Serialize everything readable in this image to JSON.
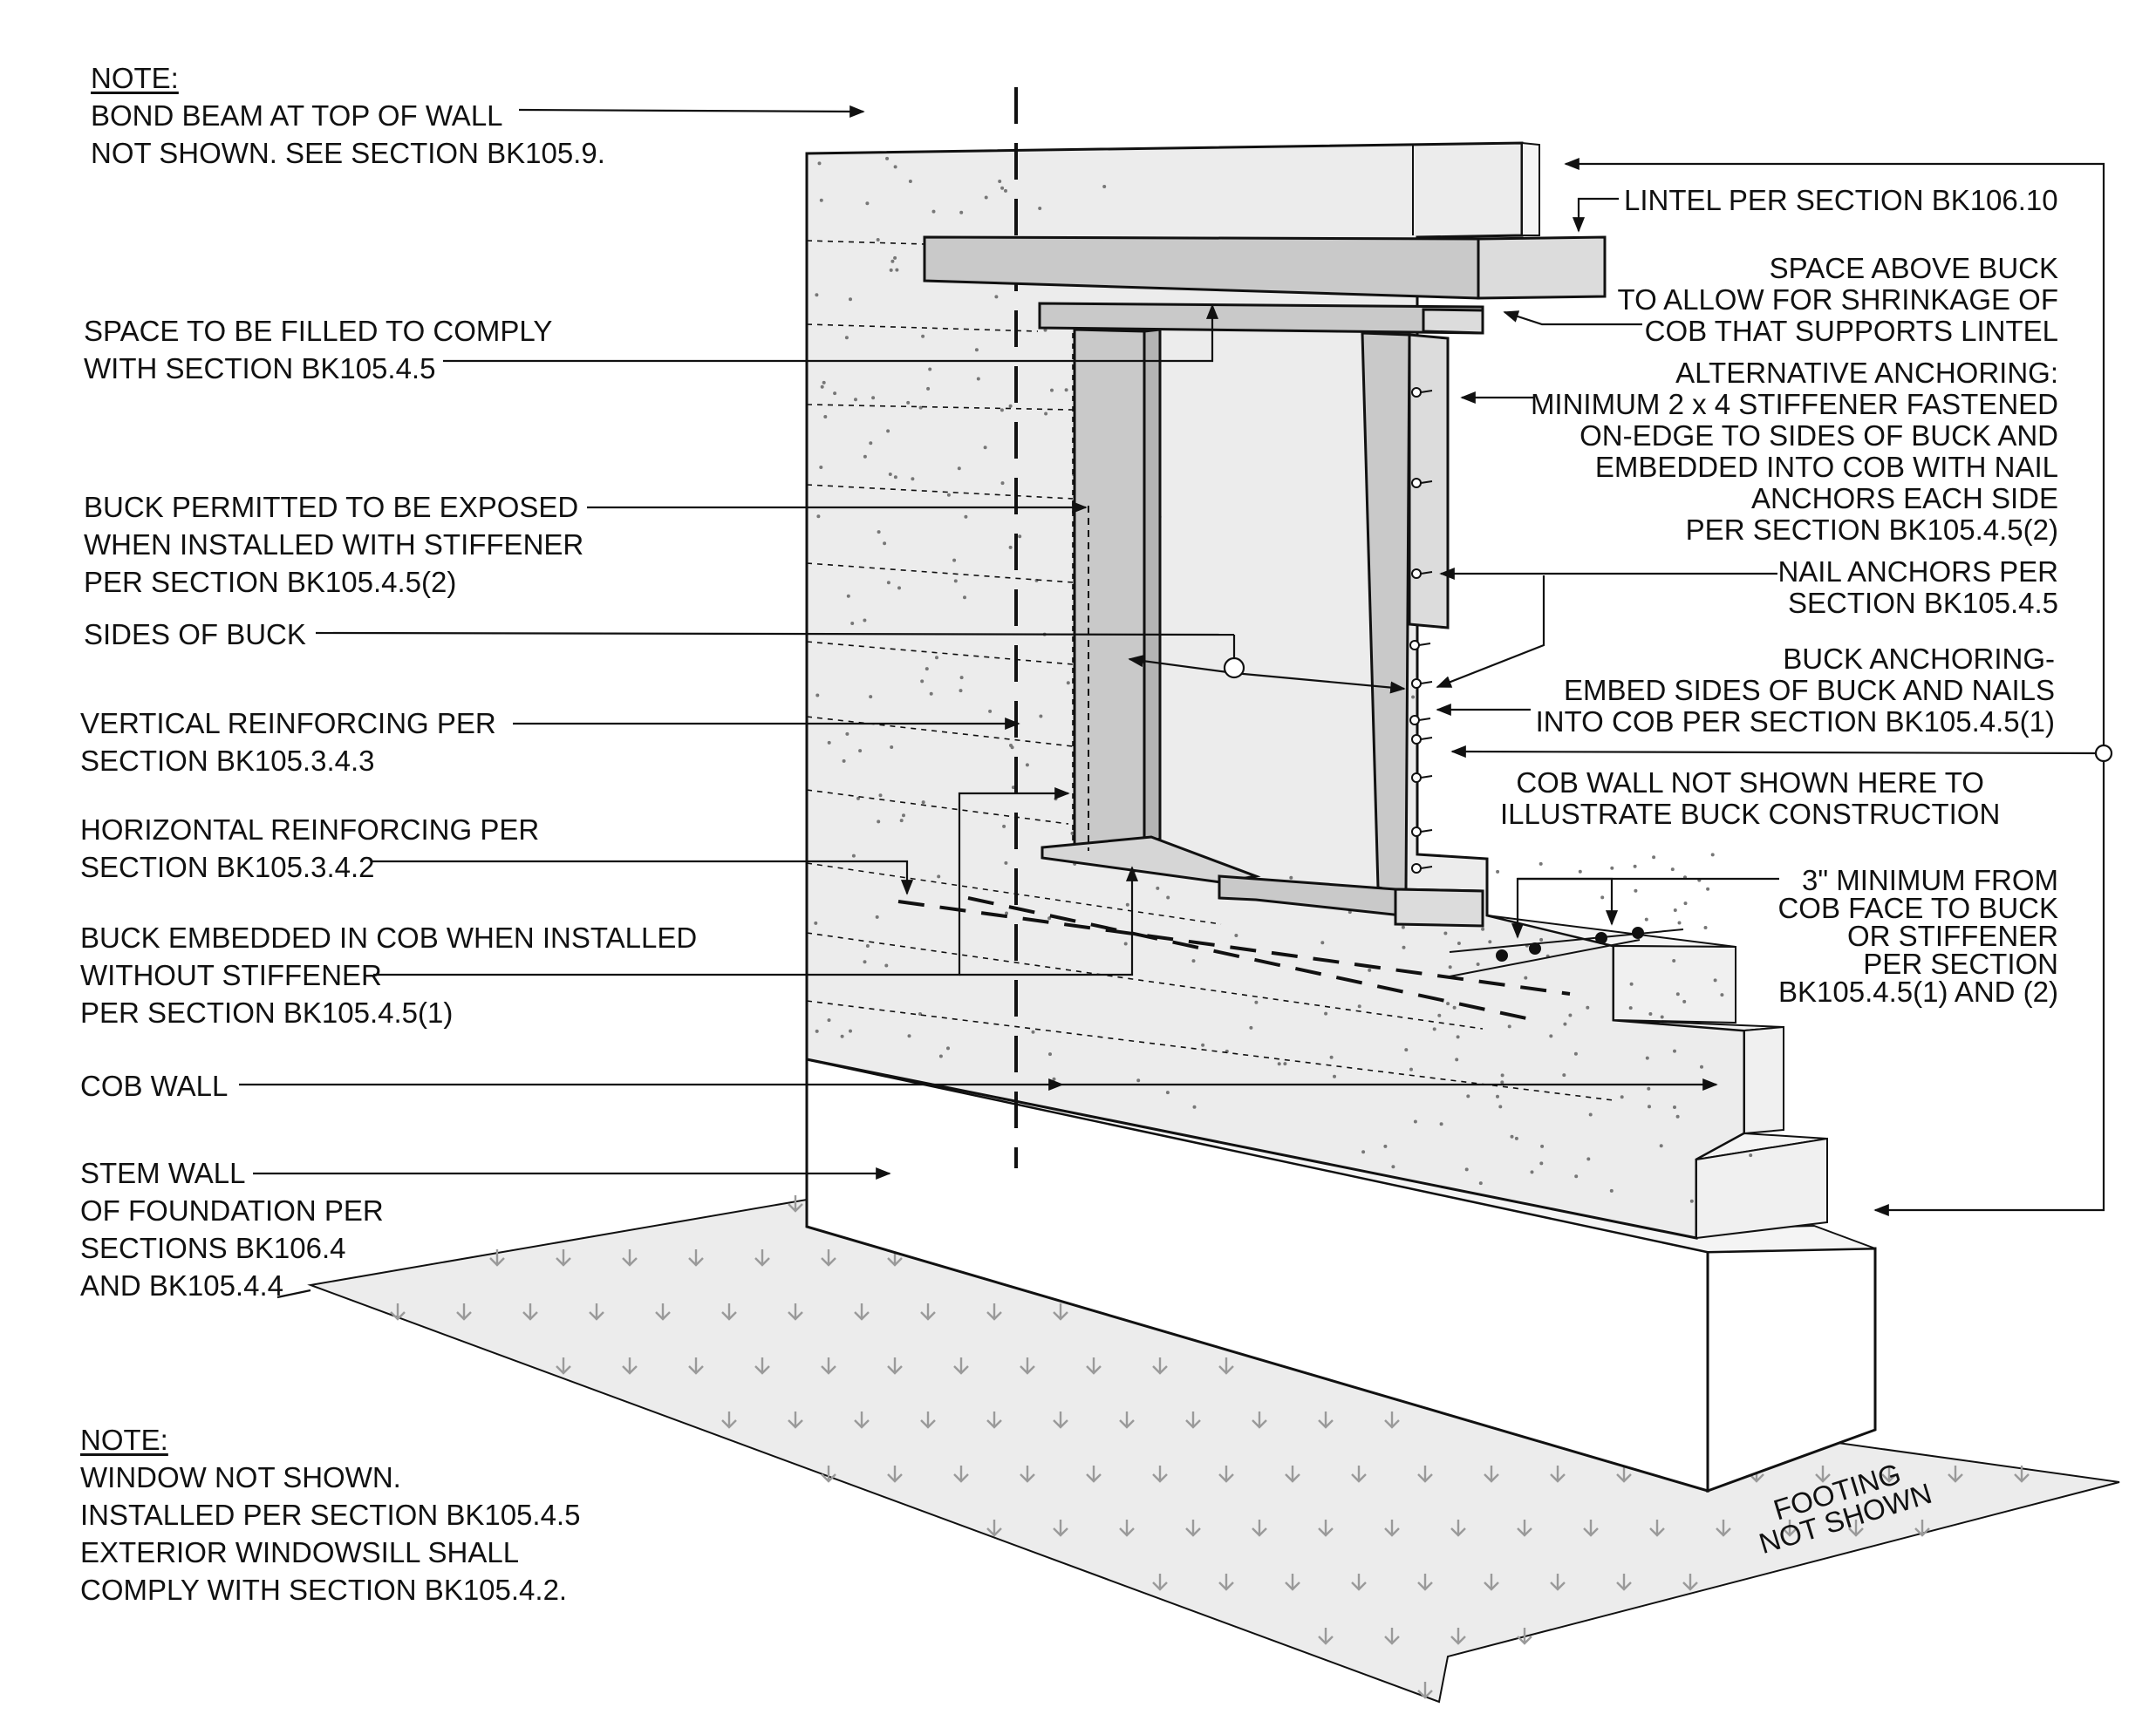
{
  "labels": {
    "note_top": {
      "heading": "NOTE:",
      "lines": [
        "BOND BEAM AT TOP OF WALL",
        "NOT SHOWN. SEE SECTION BK105.9."
      ]
    },
    "space_filled": {
      "lines": [
        "SPACE TO BE FILLED TO COMPLY",
        "WITH SECTION BK105.4.5"
      ]
    },
    "buck_exposed": {
      "lines": [
        "BUCK PERMITTED TO BE EXPOSED",
        "WHEN INSTALLED WITH STIFFENER",
        "PER SECTION BK105.4.5(2)"
      ]
    },
    "sides_of_buck": {
      "lines": [
        "SIDES OF BUCK"
      ]
    },
    "vertical_reinforcing": {
      "lines": [
        "VERTICAL REINFORCING PER",
        "SECTION BK105.3.4.3"
      ]
    },
    "horizontal_reinforcing": {
      "lines": [
        "HORIZONTAL REINFORCING PER",
        "SECTION BK105.3.4.2"
      ]
    },
    "buck_embedded": {
      "lines": [
        "BUCK EMBEDDED IN COB WHEN INSTALLED",
        "WITHOUT STIFFENER",
        "PER SECTION BK105.4.5(1)"
      ]
    },
    "cob_wall": {
      "lines": [
        "COB WALL"
      ]
    },
    "stem_wall": {
      "lines": [
        "STEM WALL",
        "OF FOUNDATION PER",
        "SECTIONS BK106.4",
        "AND BK105.4.4"
      ]
    },
    "note_bottom": {
      "heading": "NOTE:",
      "lines": [
        "WINDOW NOT SHOWN.",
        "INSTALLED PER SECTION BK105.4.5",
        "EXTERIOR WINDOWSILL SHALL",
        "COMPLY WITH SECTION BK105.4.2."
      ]
    },
    "lintel": {
      "lines": [
        "LINTEL PER SECTION BK106.10"
      ]
    },
    "space_above_buck": {
      "lines": [
        "SPACE ABOVE BUCK",
        "TO ALLOW FOR SHRINKAGE OF",
        "COB THAT SUPPORTS LINTEL"
      ]
    },
    "alt_anchoring": {
      "lines": [
        "ALTERNATIVE ANCHORING:",
        "MINIMUM 2 x 4 STIFFENER FASTENED",
        "ON-EDGE TO SIDES OF BUCK AND",
        "EMBEDDED INTO COB WITH NAIL",
        "ANCHORS EACH SIDE",
        "PER SECTION BK105.4.5(2)"
      ]
    },
    "nail_anchors": {
      "lines": [
        "NAIL ANCHORS PER",
        "SECTION BK105.4.5"
      ]
    },
    "buck_anchoring": {
      "lines": [
        "BUCK ANCHORING-",
        "EMBED SIDES OF BUCK AND NAILS",
        "INTO COB PER SECTION BK105.4.5(1)"
      ]
    },
    "cob_not_shown": {
      "lines": [
        "COB WALL NOT SHOWN HERE TO",
        "ILLUSTRATE BUCK CONSTRUCTION"
      ]
    },
    "three_inch": {
      "lines": [
        "3\" MINIMUM FROM",
        "COB FACE TO BUCK",
        "OR STIFFENER",
        "PER SECTION",
        "BK105.4.5(1) AND (2)"
      ]
    },
    "footing_not_shown": {
      "lines": [
        "FOOTING",
        "NOT SHOWN"
      ]
    }
  },
  "colors": {
    "line": "#111111",
    "cob_face": "#ececec",
    "cob_top": "#f4f4f4",
    "buck": "#c9c9c9",
    "stem": "#ffffff",
    "ground": "#ececec",
    "ground_glyph": "#9a9a9a"
  }
}
